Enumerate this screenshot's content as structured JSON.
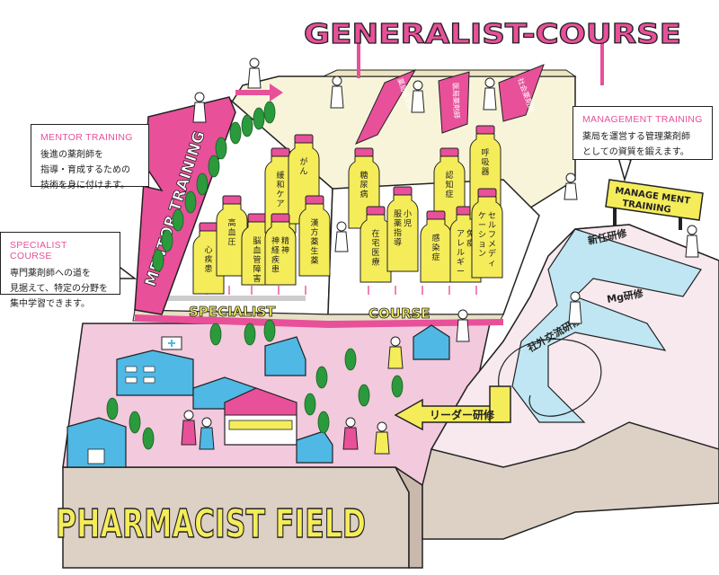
{
  "header": {
    "title": "GENERALIST-COURSE"
  },
  "field": {
    "title": "PHARMACIST FIELD"
  },
  "book": {
    "left_label": "SPECIALIST",
    "right_label": "COURSE"
  },
  "ribbons": [
    {
      "label": "薬局薬剤師"
    },
    {
      "label": "医局薬剤師"
    },
    {
      "label": "社会薬剤師"
    }
  ],
  "bottles": [
    {
      "label": "心疾患"
    },
    {
      "label": "高血圧"
    },
    {
      "label": "脳血管障害"
    },
    {
      "label": "緩和ケア"
    },
    {
      "label": "がん"
    },
    {
      "label": "精神\n神経疾患"
    },
    {
      "label": "漢方薬生薬"
    },
    {
      "label": "糖尿病"
    },
    {
      "label": "在宅医療"
    },
    {
      "label": "小児\n服薬指導"
    },
    {
      "label": "認知症"
    },
    {
      "label": "感染症"
    },
    {
      "label": "免疫\nアレルギー"
    },
    {
      "label": "呼吸器"
    },
    {
      "label": "セルフメディ\nケーション"
    }
  ],
  "callouts": {
    "mentor": {
      "title": "MENTOR TRAINING",
      "text": "後進の薬剤師を\n指導・育成するための\n技術を身に付けます。"
    },
    "specialist": {
      "title": "SPECIALIST COURSE",
      "text": "専門薬剤師への道を\n見据えて、特定の分野を\n集中学習できます。"
    },
    "management": {
      "title": "MANAGEMENT TRAINING",
      "text": "薬局を運営する管理薬剤師\nとしての資質を鍛えます。"
    }
  },
  "signs": {
    "mentor_side": "MENTOR TRAINING",
    "management": [
      "MANAGE MENT",
      "TRAINING"
    ]
  },
  "path_labels": {
    "new_employee": "新任研修",
    "mg": "Mg研修",
    "exchange": "社外交流研修",
    "leader": "リーダー研修"
  },
  "colors": {
    "pink": "#e8509a",
    "yellow": "#f5ec5a",
    "field_pink": "#f3c9dd",
    "path_blue": "#bfe6f2",
    "building_blue": "#4fb8e4",
    "tree_green": "#2b9a3c",
    "cream": "#f8f4da"
  }
}
